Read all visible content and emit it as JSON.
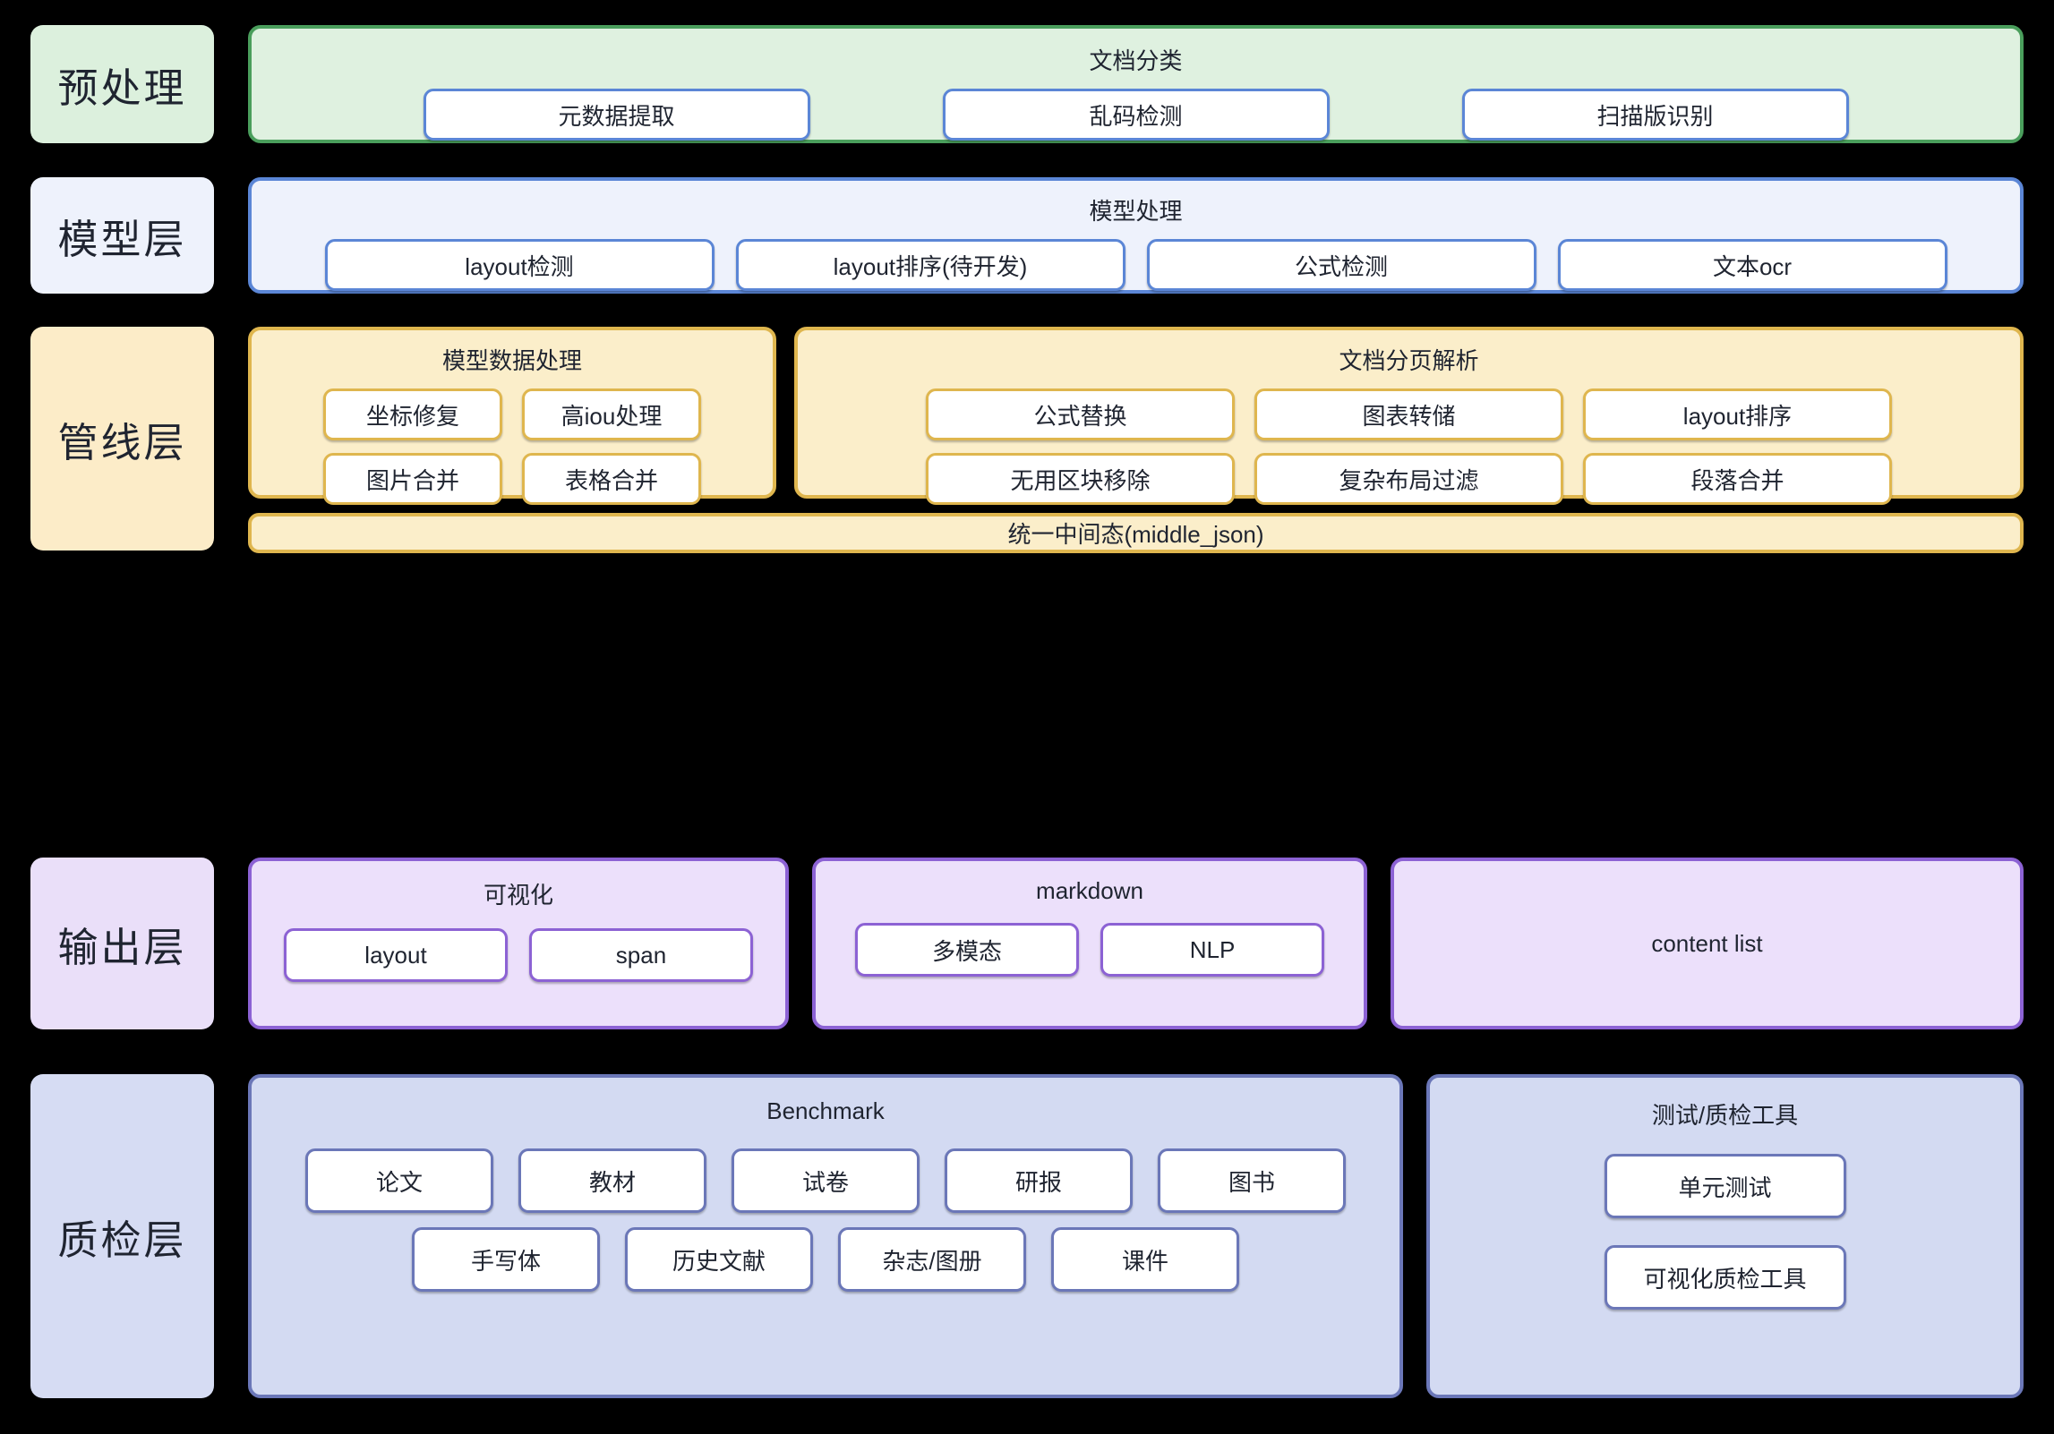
{
  "diagram": {
    "background": "#000000",
    "rows": [
      {
        "layer_label": "预处理",
        "accent": "#4a9e5c",
        "panels": [
          {
            "title": "文档分类",
            "nodes": [
              "元数据提取",
              "乱码检测",
              "扫描版识别"
            ]
          }
        ]
      },
      {
        "layer_label": "模型层",
        "accent": "#5b86d6",
        "panels": [
          {
            "title": "模型处理",
            "nodes": [
              "layout检测",
              "layout排序(待开发)",
              "公式检测",
              "文本ocr"
            ]
          }
        ]
      },
      {
        "layer_label": "管线层",
        "accent": "#dfb64e",
        "panels": [
          {
            "title": "模型数据处理",
            "nodes": [
              "坐标修复",
              "高iou处理",
              "图片合并",
              "表格合并"
            ]
          },
          {
            "title": "文档分页解析",
            "nodes": [
              "公式替换",
              "图表转储",
              "layout排序",
              "无用区块移除",
              "复杂布局过滤",
              "段落合并"
            ]
          }
        ],
        "footer_bar": "统一中间态(middle_json)"
      },
      {
        "layer_label": "输出层",
        "accent": "#8c62d4",
        "panels": [
          {
            "title": "可视化",
            "nodes": [
              "layout",
              "span"
            ]
          },
          {
            "title": "markdown",
            "nodes": [
              "多模态",
              "NLP"
            ]
          },
          {
            "title": "content list",
            "nodes": []
          }
        ]
      },
      {
        "layer_label": "质检层",
        "accent": "#6b77b8",
        "panels": [
          {
            "title": "Benchmark",
            "nodes_row1": [
              "论文",
              "教材",
              "试卷",
              "研报",
              "图书"
            ],
            "nodes_row2": [
              "手写体",
              "历史文献",
              "杂志/图册",
              "课件"
            ]
          },
          {
            "title": "测试/质检工具",
            "nodes": [
              "单元测试",
              "可视化质检工具"
            ]
          }
        ]
      }
    ]
  },
  "colors": {
    "preprocess_bg": "#dff1e0",
    "preprocess_border": "#4a9e5c",
    "model_bg": "#eef2fc",
    "model_border": "#5b86d6",
    "pipeline_bg": "#fbeeca",
    "pipeline_border": "#dfb64e",
    "output_bg": "#ece0fb",
    "output_border": "#8c62d4",
    "qc_bg": "#d3daf2",
    "qc_border": "#6b77b8",
    "node_bg": "#ffffff",
    "text": "#1f2430"
  }
}
